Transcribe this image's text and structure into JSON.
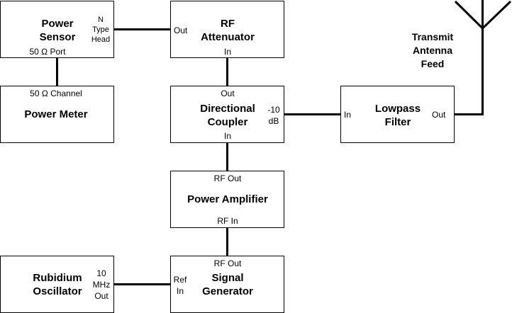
{
  "blocks": {
    "power_sensor": {
      "title": [
        "Power",
        "Sensor"
      ],
      "port_bottom": "50 Ω Port",
      "head": [
        "N",
        "Type",
        "Head"
      ]
    },
    "rf_attenuator": {
      "title": [
        "RF",
        "Attenuator"
      ],
      "port_left": "Out",
      "port_bottom": "In"
    },
    "power_meter": {
      "title": [
        "Power Meter"
      ],
      "port_top": "50 Ω Channel"
    },
    "directional_coupler": {
      "title": [
        "Directional",
        "Coupler"
      ],
      "port_top": "Out",
      "port_bottom": "In",
      "coupled": [
        "-10",
        "dB"
      ]
    },
    "lowpass_filter": {
      "title": [
        "Lowpass",
        "Filter"
      ],
      "port_left": "In",
      "port_right": "Out"
    },
    "power_amplifier": {
      "title": [
        "Power Amplifier"
      ],
      "port_top": "RF Out",
      "port_bottom": "RF In"
    },
    "rubidium_oscillator": {
      "title": [
        "Rubidium",
        "Oscillator"
      ],
      "output": [
        "10",
        "MHz",
        "Out"
      ]
    },
    "signal_generator": {
      "title": [
        "Signal",
        "Generator"
      ],
      "port_top": "RF Out",
      "ref_in": [
        "Ref",
        "In"
      ]
    }
  },
  "antenna": {
    "label": [
      "Transmit",
      "Antenna",
      "Feed"
    ]
  }
}
